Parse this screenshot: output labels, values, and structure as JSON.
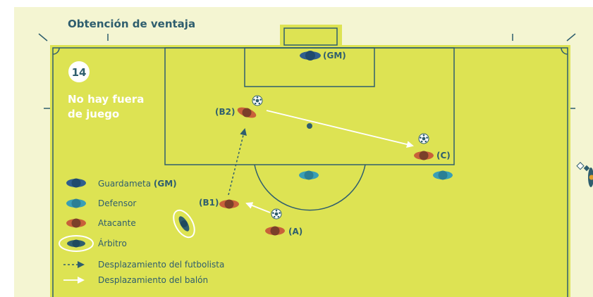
{
  "title": "Obtención de ventaja",
  "badge_number": "14",
  "subtitle_lines": [
    "No hay fuera",
    "de juego"
  ],
  "players": {
    "gk": "(GM)",
    "b2": "(B2)",
    "b1": "(B1)",
    "a": "(A)",
    "c": "(C)"
  },
  "legend": {
    "goalkeeper_label": "Guardameta ",
    "goalkeeper_abbr": "(GM)",
    "defender": "Defensor",
    "attacker": "Atacante",
    "referee": "Árbitro",
    "player_move": "Desplazamiento del futbolista",
    "ball_move": "Desplazamiento del balón"
  },
  "colors": {
    "background": "#f4f5d2",
    "pitch": "#dde353",
    "lines": "#2f5e6e",
    "white": "#ffffff",
    "goalkeeper": "#2f5e8e",
    "defender": "#3a9fb5",
    "attacker": "#c8613a",
    "attacker_head": "#7b3f2a",
    "referee": "#2f5e6e"
  }
}
